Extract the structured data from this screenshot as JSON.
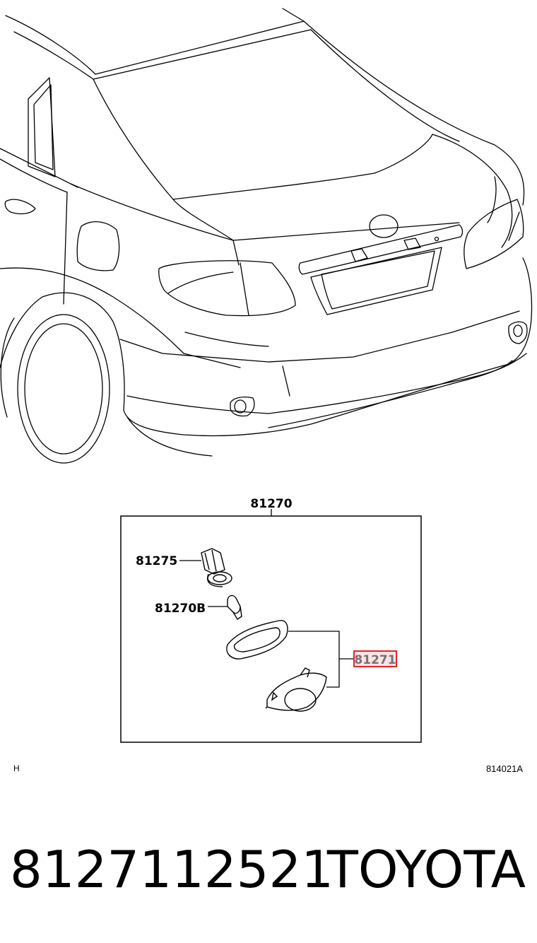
{
  "labels": {
    "assembly": "81270",
    "socket": "81275",
    "bulb": "81270B",
    "lens_assembly": "81271"
  },
  "corner_code": "H",
  "reference_code": "814021A",
  "part_number": "8127112521",
  "brand": "TOYOTA",
  "colors": {
    "highlight_border": "#e0262b",
    "highlight_fill": "#fbe3e4",
    "line": "#000000"
  }
}
